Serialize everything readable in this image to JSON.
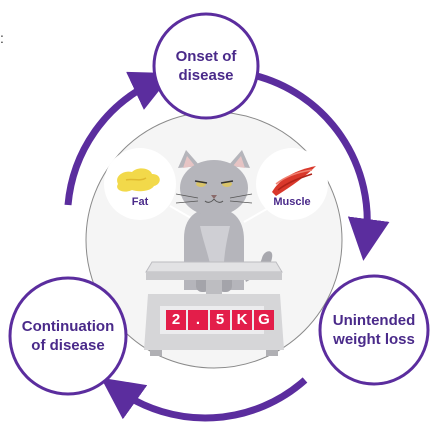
{
  "stray_mark": ":",
  "stages": {
    "onset": "Onset of\ndisease",
    "weight_loss": "Unintended\nweight loss",
    "continuation": "Continuation\nof disease"
  },
  "ingredients": {
    "fat": "Fat",
    "muscle": "Muscle"
  },
  "scale": {
    "digits": [
      "2",
      ".",
      "5",
      "K",
      "G"
    ]
  },
  "colors": {
    "arrow": "#5b2d9e",
    "circle_border": "#5b2d9e",
    "label": "#4a2a8a",
    "digit_bg": "#e31e4a",
    "fat": "#f2d94a",
    "muscle": "#d9382b",
    "scale": "#d6d6d8",
    "cat": "#b5b5bb"
  }
}
